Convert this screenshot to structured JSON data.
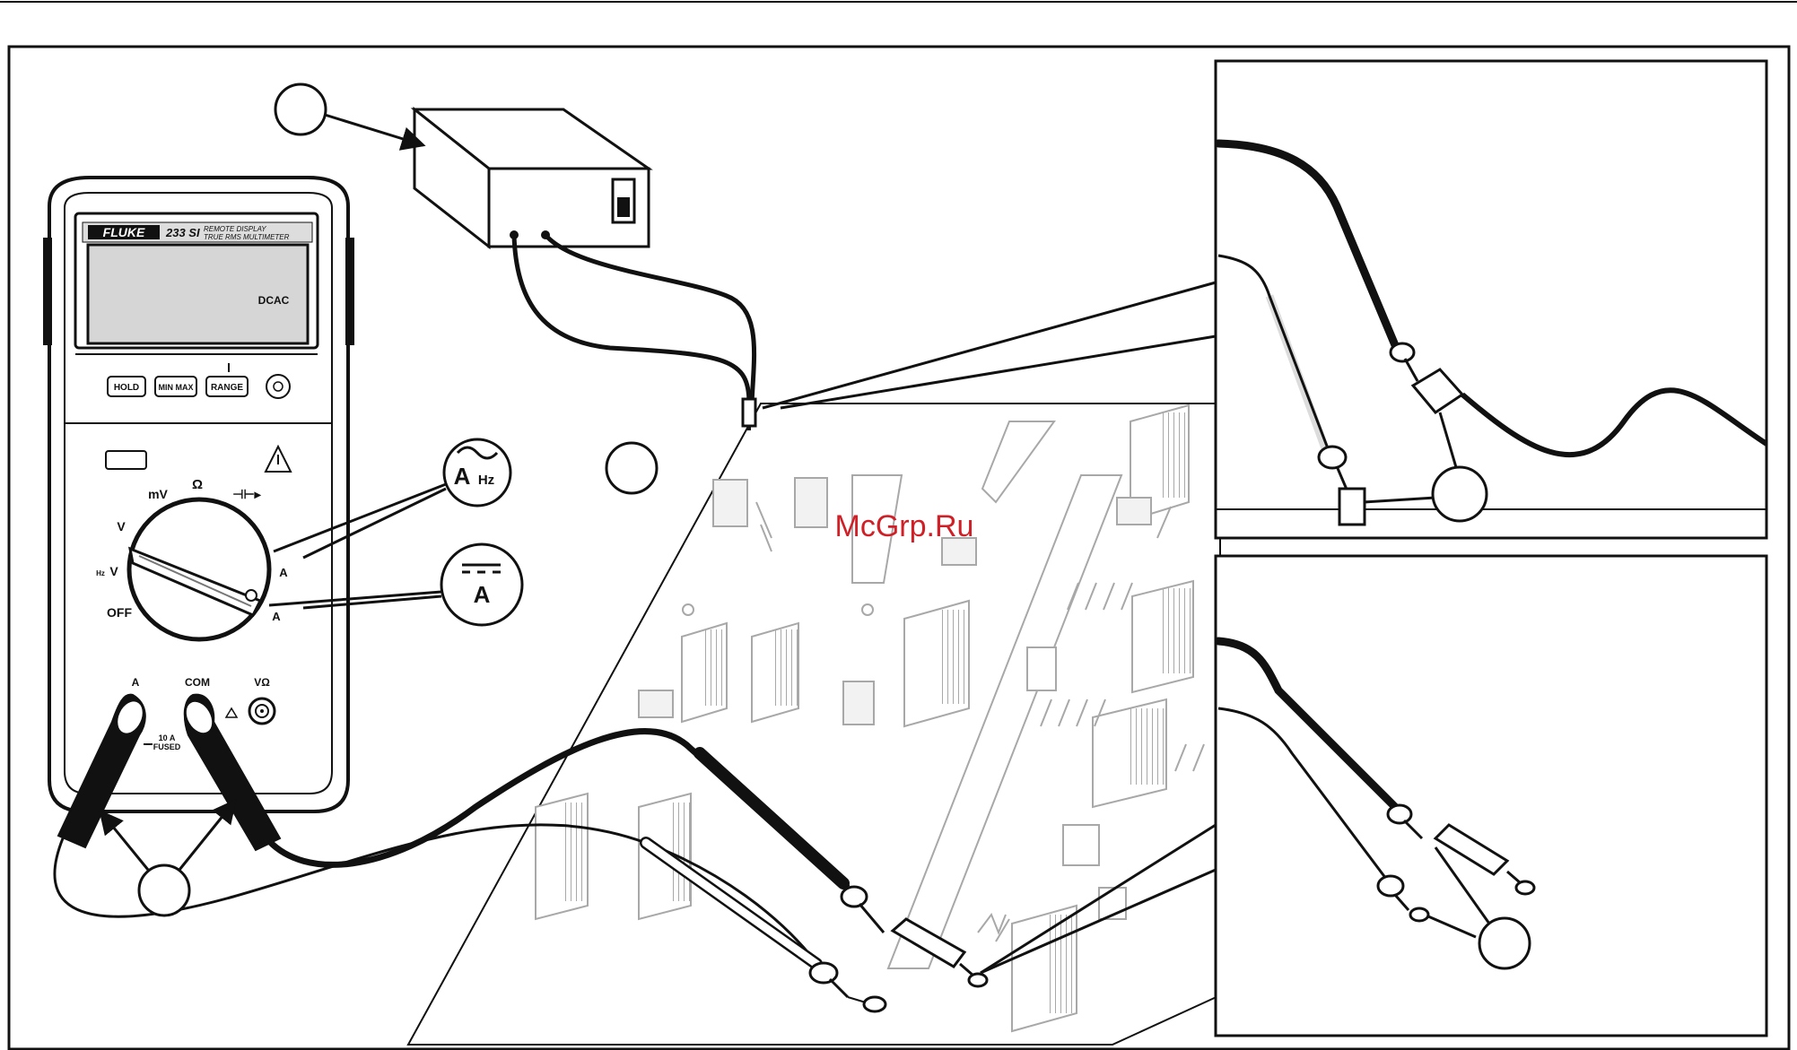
{
  "meter": {
    "brand": "FLUKE",
    "model": "233 SI",
    "subtitle_line1": "REMOTE DISPLAY",
    "subtitle_line2": "TRUE RMS MULTIMETER",
    "display_text": "DCAC",
    "buttons": {
      "hold": "HOLD",
      "minmax": "MIN MAX",
      "range": "RANGE"
    },
    "dial": {
      "off": "OFF",
      "v": "V",
      "hz": "Hz",
      "mv": "mV",
      "ohm": "Ω",
      "a": "A"
    },
    "jacks": {
      "a": "A",
      "com": "COM",
      "vohm": "VΩ",
      "fused_1": "10 A",
      "fused_2": "FUSED"
    }
  },
  "callouts": {
    "ac_amps": "A",
    "ac_amps_sub": "Hz",
    "dc_amps": "A"
  },
  "watermark": "McGrp.Ru"
}
